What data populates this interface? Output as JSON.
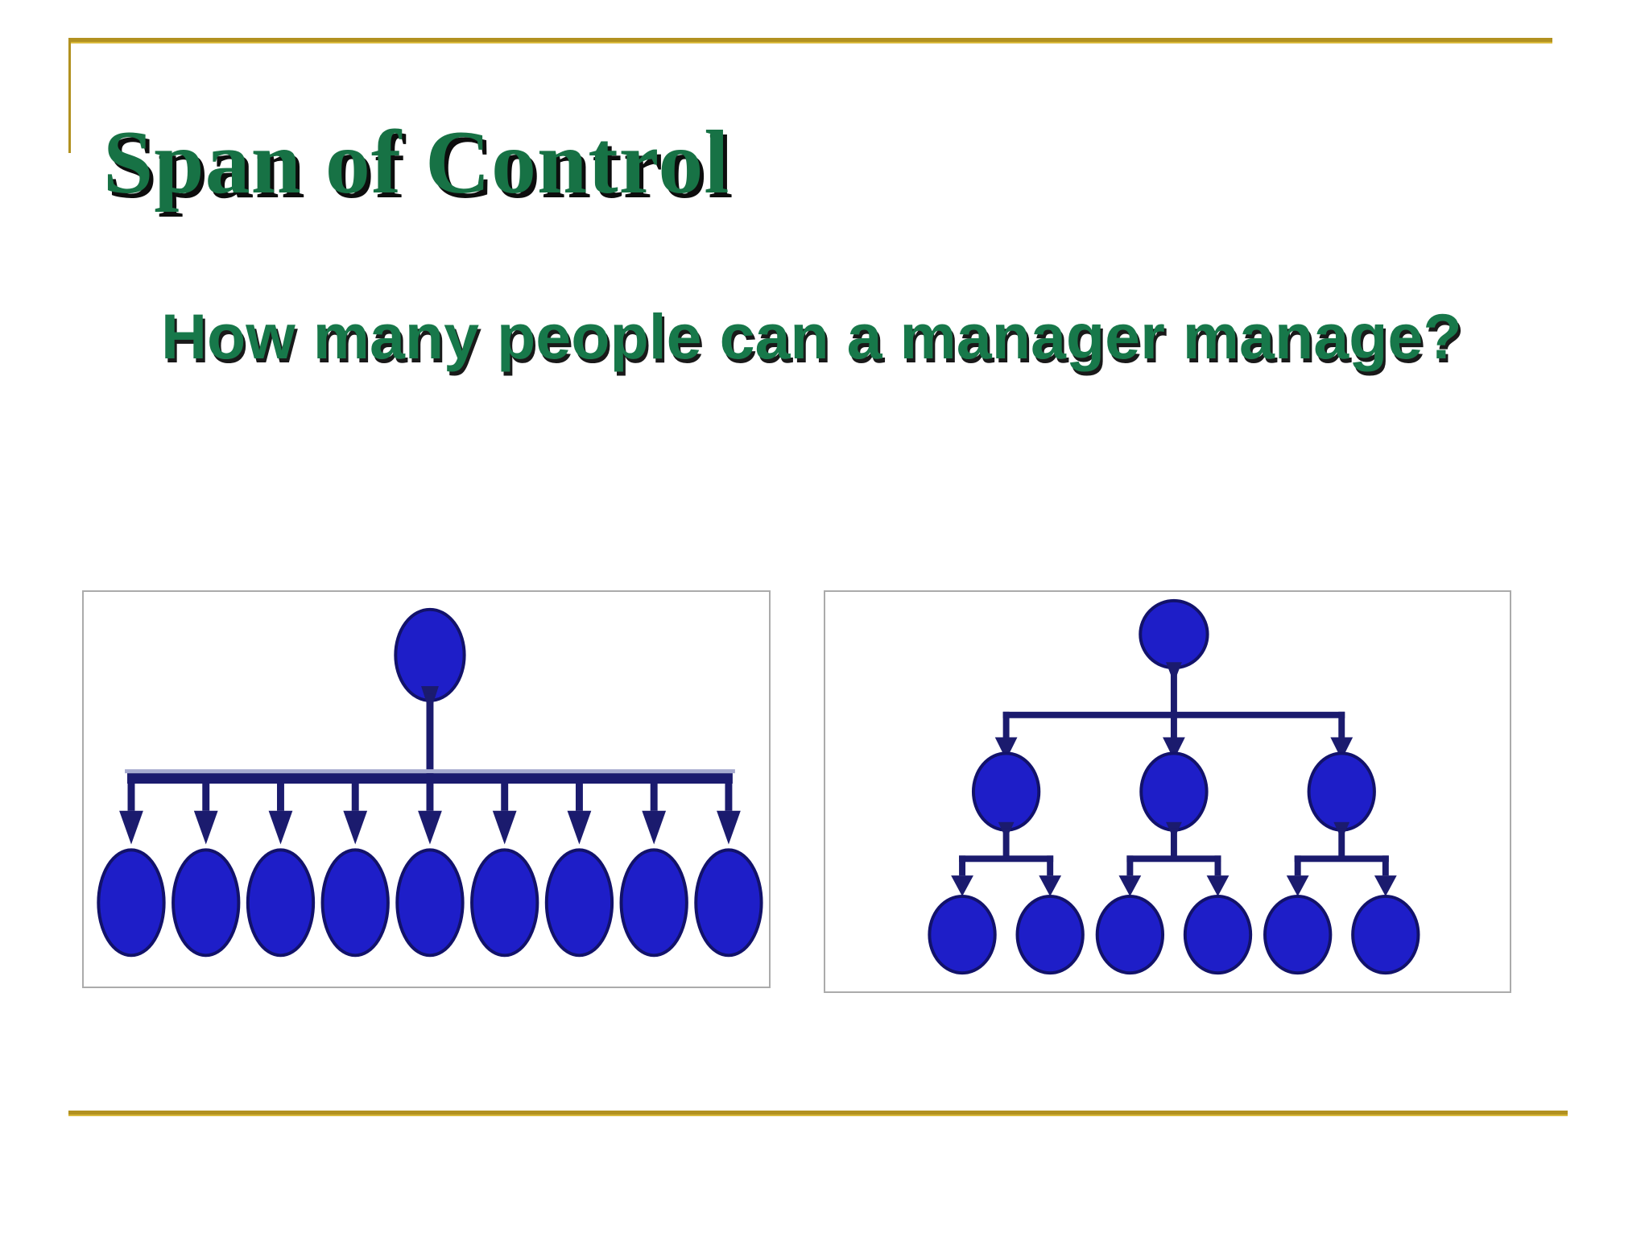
{
  "slide": {
    "title": "Span of Control",
    "subtitle": "How many people can a manager manage?"
  },
  "colors": {
    "background": "#FFFFFF",
    "accent_gold": "#B29120",
    "accent_gold_light": "#D9B93C",
    "title_green": "#177245",
    "subtitle_green": "#17784A",
    "node_fill": "#1E1EC8",
    "node_stroke": "#12126A",
    "connector_navy": "#1B1B6E",
    "connector_highlight": "#A6AACF",
    "box_border": "#ABABAB"
  },
  "diagrams": {
    "wide_span": {
      "type": "org-chart-flat",
      "levels": 2,
      "top_nodes": 1,
      "direct_reports": 9
    },
    "narrow_span": {
      "type": "org-chart-tall",
      "levels": 3,
      "top_nodes": 1,
      "managers": 3,
      "reports_per_manager": 2
    }
  }
}
